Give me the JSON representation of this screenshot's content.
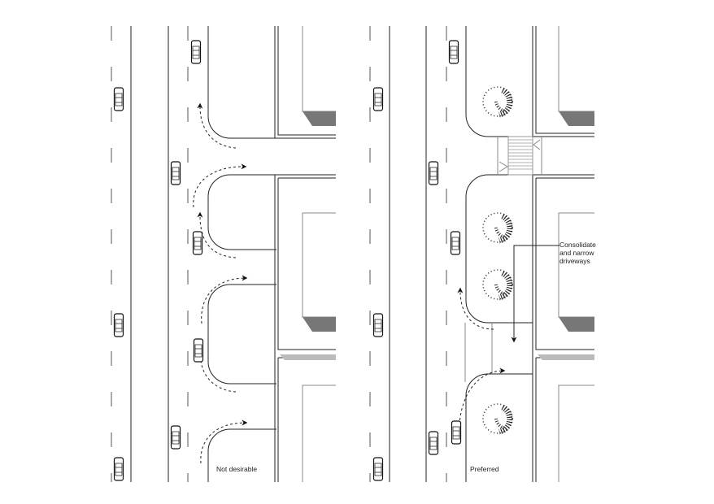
{
  "labels": {
    "left_panel": "Not desirable",
    "right_panel": "Preferred",
    "callout": [
      "Consolidate",
      "and narrow",
      "driveways"
    ]
  },
  "colors": {
    "line": "#222222",
    "shadow": "#777777",
    "band": "#bbbbbb"
  }
}
